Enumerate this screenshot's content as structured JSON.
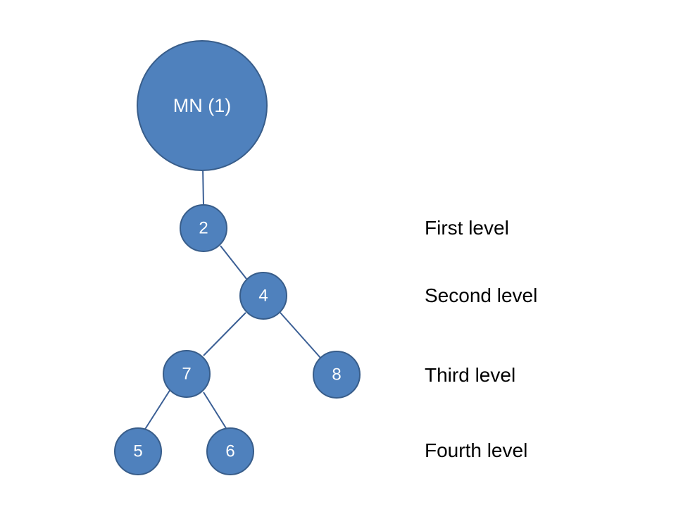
{
  "nodes": {
    "root": "MN (1)",
    "n2": "2",
    "n4": "4",
    "n7": "7",
    "n8": "8",
    "n5": "5",
    "n6": "6"
  },
  "levels": {
    "first": "First level",
    "second": "Second level",
    "third": "Third level",
    "fourth": "Fourth level"
  },
  "edges": [
    [
      "root",
      "n2"
    ],
    [
      "n2",
      "n4"
    ],
    [
      "n4",
      "n7"
    ],
    [
      "n4",
      "n8"
    ],
    [
      "n7",
      "n5"
    ],
    [
      "n7",
      "n6"
    ]
  ],
  "colors": {
    "node_fill": "#4f81bd",
    "node_stroke": "#385d8a",
    "edge": "#3b5f95"
  }
}
